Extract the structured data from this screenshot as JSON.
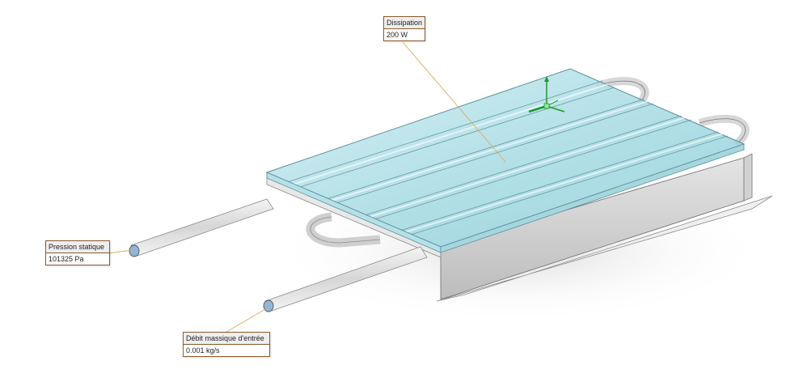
{
  "callouts": {
    "dissipation": {
      "title": "Dissipation",
      "value": "200 W"
    },
    "pressure": {
      "title": "Pression statique",
      "value": "101325 Pa"
    },
    "massflow": {
      "title": "Débit massique d'entrée",
      "value": "0.001 kg/s"
    }
  },
  "colors": {
    "leader_line": "#e0a85a",
    "callout_border": "#8a5a2e",
    "glass_fill": "#9fd7e0",
    "triad_x": "#1a9a2a",
    "triad_y": "#1a9a2a"
  },
  "icons": {
    "triad": "coordinate-triad-icon"
  }
}
